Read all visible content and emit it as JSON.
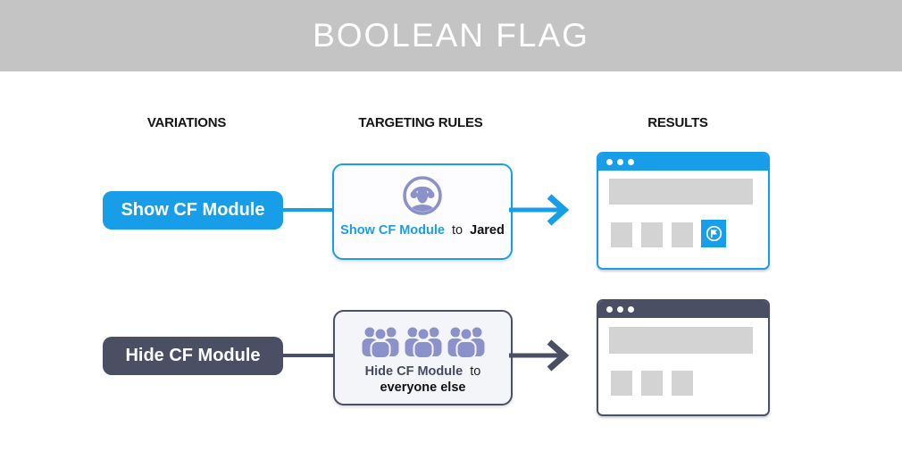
{
  "title": "BOOLEAN FLAG",
  "columns": {
    "variations": "VARIATIONS",
    "targeting": "TARGETING RULES",
    "results": "RESULTS"
  },
  "colors": {
    "header_bg": "#c4c4c4",
    "accent_blue": "#189ee9",
    "accent_slate": "#4b4f63",
    "icon_purple": "#8b92c9",
    "placeholder_gray": "#d3d3d3"
  },
  "rows": [
    {
      "variation": "Show CF Module",
      "rule": {
        "icon": "user-circle-icon",
        "flag_name": "Show CF Module",
        "connector": "to",
        "audience": "Jared"
      },
      "result": {
        "window": "browser-window",
        "flag_module_visible": true,
        "placeholder_squares": 3
      }
    },
    {
      "variation": "Hide CF Module",
      "rule": {
        "icon": "crowd-icon",
        "flag_name": "Hide CF Module",
        "connector": "to",
        "audience": "everyone else"
      },
      "result": {
        "window": "browser-window",
        "flag_module_visible": false,
        "placeholder_squares": 3
      }
    }
  ]
}
